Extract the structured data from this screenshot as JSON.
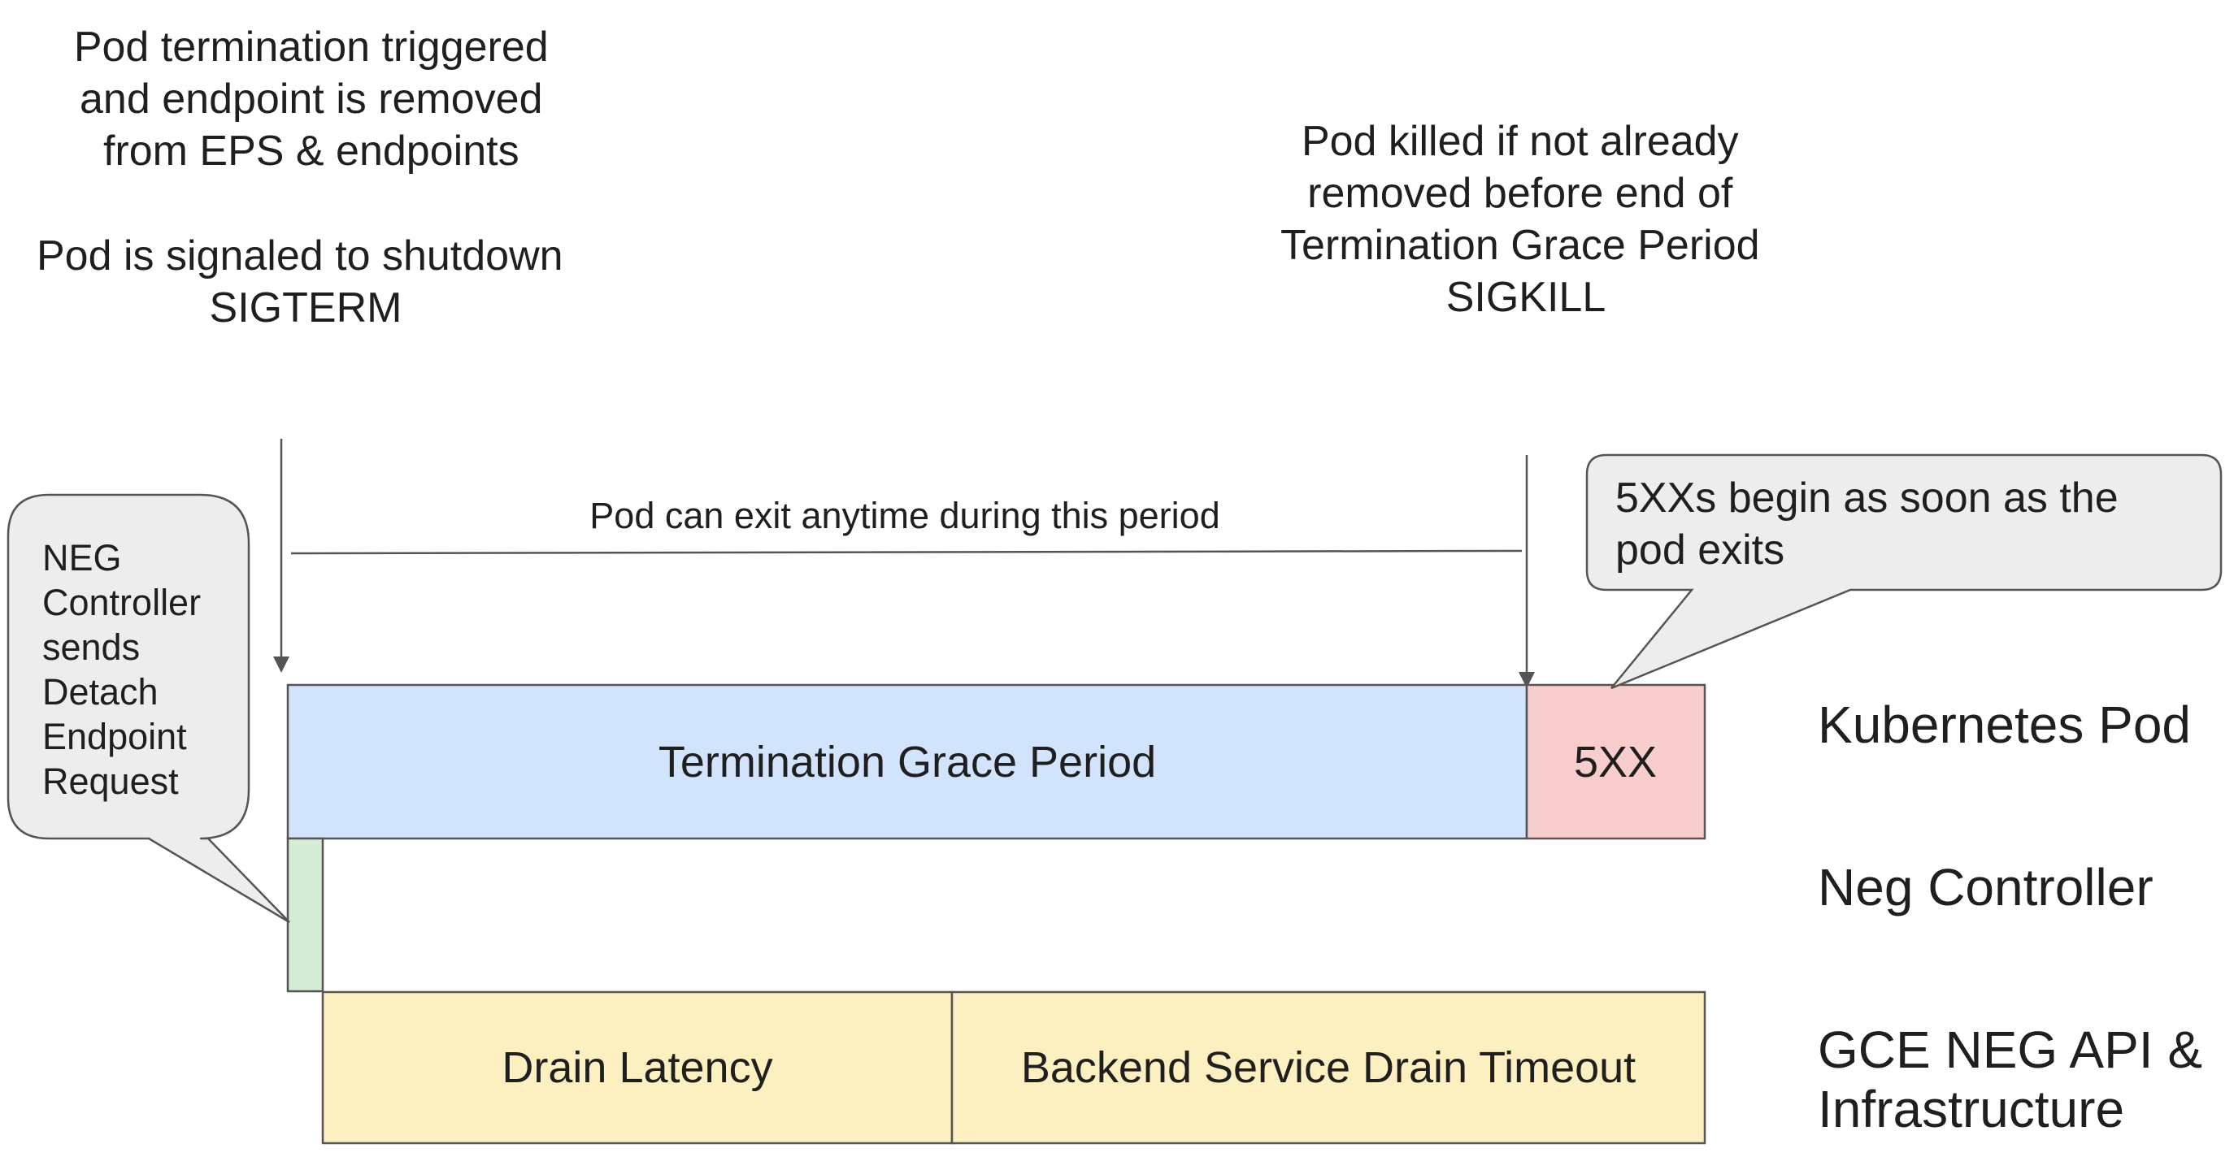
{
  "annotations": {
    "sigterm": {
      "lines": [
        "Pod termination triggered",
        "and endpoint is removed",
        "from EPS & endpoints",
        "",
        "Pod is signaled to shutdown",
        "SIGTERM"
      ]
    },
    "sigkill": {
      "lines": [
        "Pod killed if not already",
        "removed before end of",
        "Termination Grace Period",
        "SIGKILL"
      ]
    },
    "exit_period": "Pod can exit anytime during this period"
  },
  "callouts": {
    "neg_controller": {
      "lines": [
        "NEG",
        "Controller",
        "sends",
        "Detach",
        "Endpoint",
        "Request"
      ]
    },
    "five_xx": {
      "lines": [
        "5XXs begin as soon as the",
        "pod exits"
      ]
    }
  },
  "bars": {
    "termination_grace_period": "Termination Grace Period",
    "five_xx": "5XX",
    "drain_latency": "Drain Latency",
    "backend_drain_timeout": "Backend Service Drain Timeout"
  },
  "row_labels": {
    "kubernetes_pod": "Kubernetes Pod",
    "neg_controller": "Neg Controller",
    "gce_neg_api": [
      "GCE NEG API &",
      "Infrastructure"
    ]
  },
  "colors": {
    "grace_period_fill": "#d2e3fc",
    "five_xx_fill": "#f8cecc",
    "neg_controller_fill": "#d5ecd4",
    "drain_fill": "#fcefc0",
    "callout_fill": "#ededed",
    "stroke": "#555555"
  }
}
